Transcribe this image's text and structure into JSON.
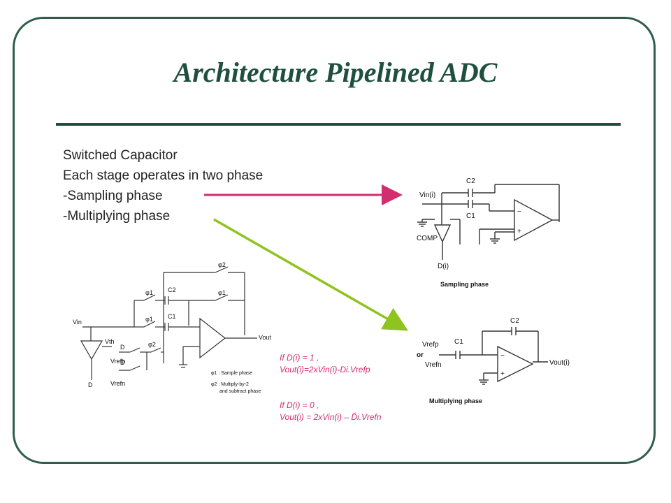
{
  "slide": {
    "title": "Architecture Pipelined ADC",
    "bullets": [
      "Switched Capacitor",
      "Each stage operates in two phase",
      "-Sampling phase",
      "-Multiplying phase"
    ],
    "conditions": [
      {
        "line1": "If D(i) = 1 ,",
        "line2": "Vout(i)=2xVin(i)-Di.Vrefp"
      },
      {
        "line1": "If D(i) = 0 ,",
        "line2": "Vout(i) = 2xVin(i) – Ďi.Vrefn"
      }
    ],
    "colors": {
      "frame": "#2e5e4a",
      "title": "#1f4f3e",
      "arrow_sampling": "#d22d6e",
      "arrow_multiplying": "#8fc31f",
      "condition_text": "#d22d6e"
    }
  },
  "sampling_circuit": {
    "caption": "Sampling phase",
    "labels": {
      "vin": "Vin(i)",
      "c2": "C2",
      "c1": "C1",
      "comp": "COMP",
      "d": "D(i)",
      "minus": "−",
      "plus": "+"
    }
  },
  "multiplying_circuit": {
    "caption": "Multiplying phase",
    "labels": {
      "c2": "C2",
      "c1": "C1",
      "vrefp": "Vrefp",
      "or": "or",
      "vrefn": "Vrefn",
      "vout": "Vout(i)",
      "minus": "−",
      "plus": "+"
    }
  },
  "stage_circuit": {
    "labels": {
      "vin": "Vin",
      "vth": "Vth",
      "c2": "C2",
      "c1": "C1",
      "vout": "Vout",
      "vrefp": "Vrefp",
      "vrefn": "Vrefn",
      "phi1": "φ1",
      "phi2": "φ2",
      "d": "D",
      "dbar": "D̄"
    },
    "legend": [
      "φ1 : Sample phase",
      "φ2 : Multiply-by-2",
      "and subtract phase"
    ]
  }
}
